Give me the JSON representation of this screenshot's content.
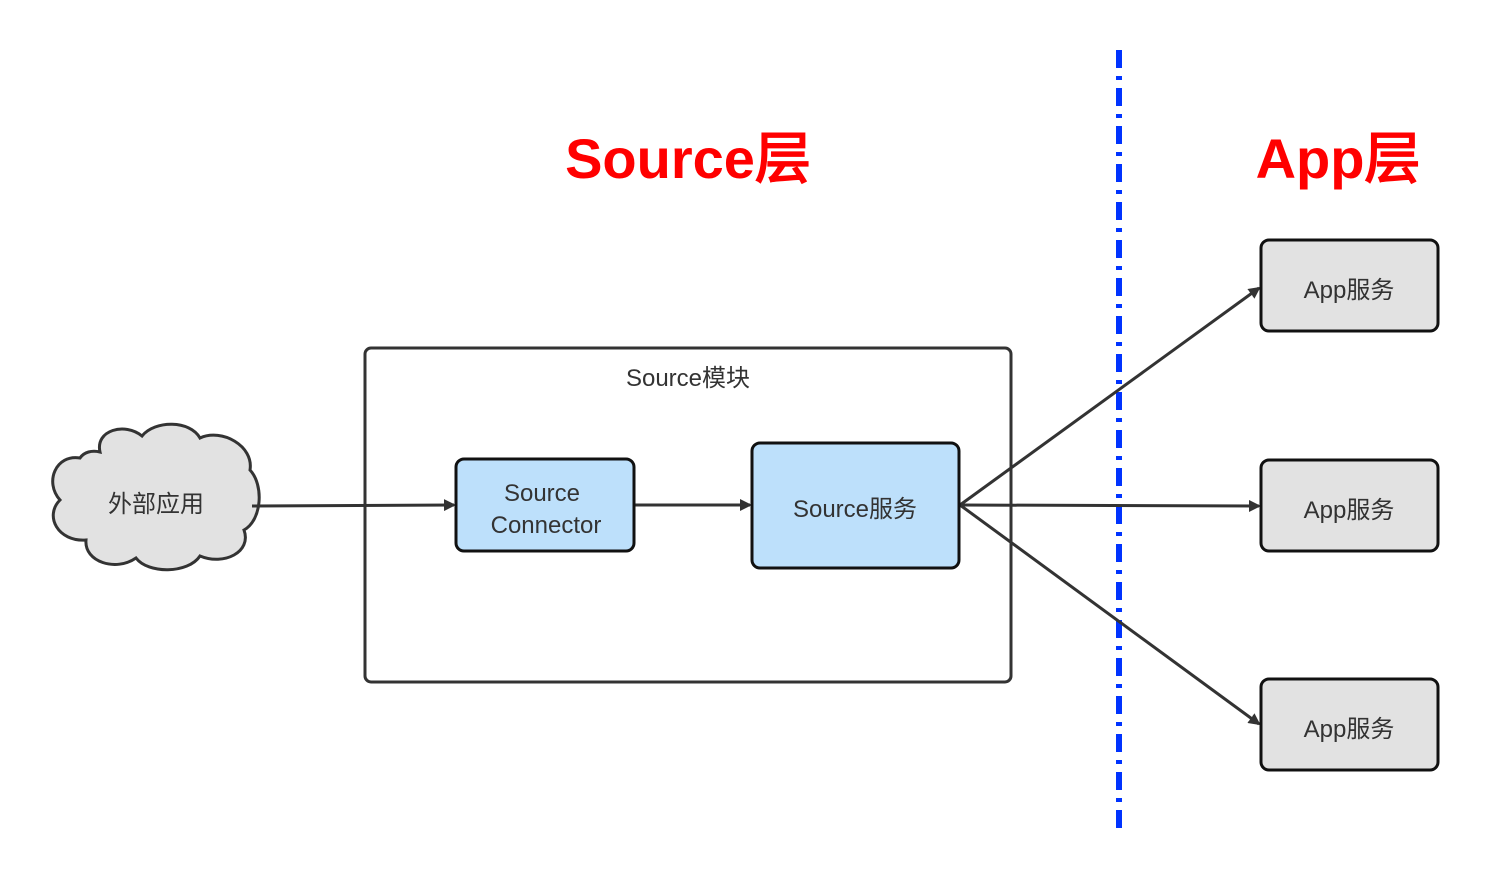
{
  "colors": {
    "layer_title": "#ff0000",
    "divider": "#0033ff",
    "edge": "#333333",
    "node_stroke": "#111111",
    "blue_fill": "#bde0fb",
    "gray_fill": "#e2e2e2",
    "module_stroke": "#333333"
  },
  "layers": {
    "source_title": "Source层",
    "app_title": "App层"
  },
  "module": {
    "label": "Source模块"
  },
  "nodes": {
    "external_app": "外部应用",
    "source_connector_line1": "Source",
    "source_connector_line2": "Connector",
    "source_service": "Source服务",
    "app_services": [
      "App服务",
      "App服务",
      "App服务"
    ]
  },
  "icons": {
    "external": "cloud-icon"
  }
}
